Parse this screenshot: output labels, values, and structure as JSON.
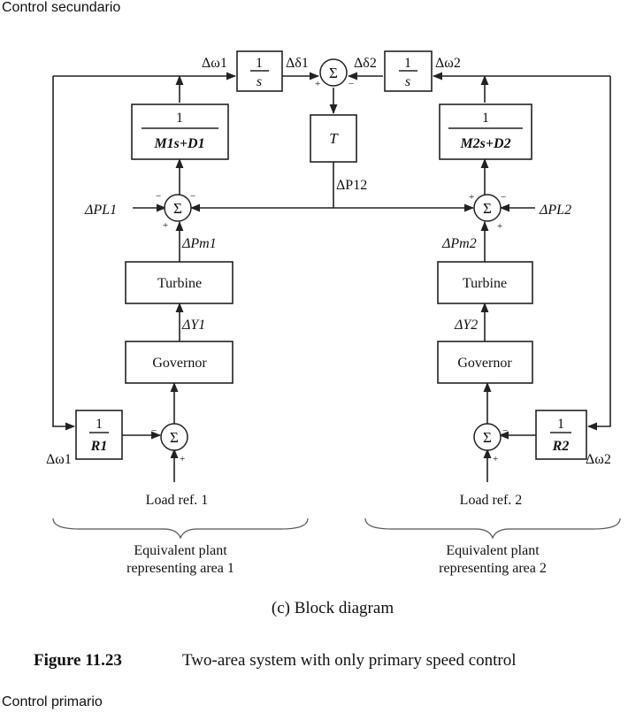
{
  "header_text": "Control secundario",
  "footer_text": "Control primario",
  "diagram": {
    "domega1_top": "Δω1",
    "domega2_top": "Δω2",
    "ddelta1": "Δδ1",
    "ddelta2": "Δδ2",
    "integrator_num": "1",
    "integrator_den": "s",
    "tie_gain": "T",
    "dP12": "ΔP12",
    "mass1_num": "1",
    "mass1_den": "M1s+D1",
    "mass2_num": "1",
    "mass2_den": "M2s+D2",
    "dPL1": "ΔPL1",
    "dPL2": "ΔPL2",
    "dPm1": "ΔPm1",
    "dPm2": "ΔPm2",
    "turbine": "Turbine",
    "dY1": "ΔY1",
    "dY2": "ΔY2",
    "governor": "Governor",
    "droop1_num": "1",
    "droop1_den": "R1",
    "droop2_num": "1",
    "droop2_den": "R2",
    "domega1_bottom": "Δω1",
    "domega2_bottom": "Δω2",
    "load_ref1": "Load ref. 1",
    "load_ref2": "Load ref. 2",
    "area1_line1": "Equivalent plant",
    "area1_line2": "representing  area 1",
    "area2_line1": "Equivalent plant",
    "area2_line2": "representing  area 2",
    "subcaption": "(c) Block diagram",
    "figure_label": "Figure 11.23",
    "figure_title": "Two-area system with only primary speed control",
    "sum_symbol": "Σ"
  }
}
